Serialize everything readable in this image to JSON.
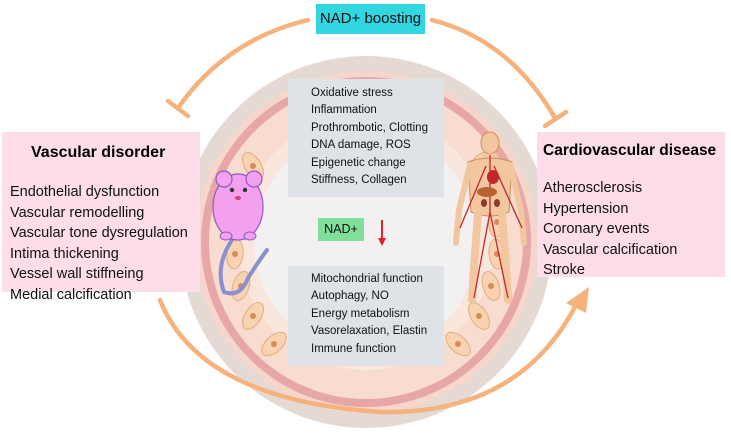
{
  "nad_boosting": "NAD+ boosting",
  "vascular_disorder": {
    "title": "Vascular disorder",
    "items": [
      "Endothelial dysfunction",
      "Vascular remodelling",
      "Vascular tone dysregulation",
      "Intima thickening",
      "Vessel wall stiffneing",
      "Medial calcification"
    ]
  },
  "cardiovascular_disease": {
    "title": "Cardiovascular disease",
    "items": [
      "Atherosclerosis",
      "Hypertension",
      "Coronary events",
      "Vascular calcification",
      "Stroke"
    ]
  },
  "increased_factors": [
    "Oxidative stress",
    "Inflammation",
    "Prothrombotic, Clotting",
    "DNA damage, ROS",
    "Epigenetic change",
    "Stiffness, Collagen"
  ],
  "nad_label": "NAD+",
  "decreased_factors": [
    "Mitochondrial function",
    "Autophagy, NO",
    "Energy metabolism",
    "Vasorelaxation, Elastin",
    "Immune function"
  ],
  "colors": {
    "arrow_orange": "#f6b27a",
    "up_arrow": "#1b1bb0",
    "down_arrow": "#e0202a",
    "boost_box": "#33d6e0",
    "nad_box": "#7fe09c",
    "pink_box": "#fcdde8",
    "grey_box": "#dfe2e6"
  }
}
